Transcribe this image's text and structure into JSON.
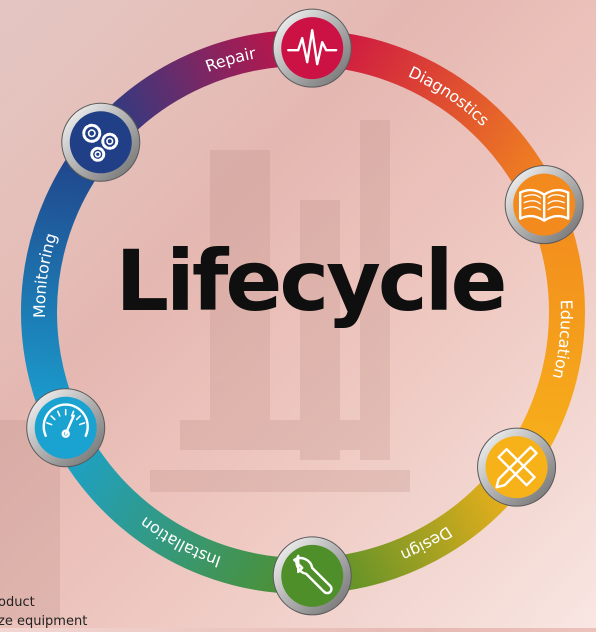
{
  "title": "Lifecycle",
  "segments": [
    {
      "label": "Diagnostics",
      "color": "#cc1144",
      "icon": "heartbeat-icon"
    },
    {
      "label": "Education",
      "color": "#f28a1e",
      "icon": "book-icon"
    },
    {
      "label": "Design",
      "color": "#f7b21a",
      "icon": "ruler-pencil-icon"
    },
    {
      "label": "Installation",
      "color": "#4f8f2a",
      "icon": "wrench-icon"
    },
    {
      "label": "Monitoring",
      "color": "#1aa2d1",
      "icon": "gauge-icon"
    },
    {
      "label": "Repair",
      "color": "#213f87",
      "icon": "gears-icon"
    }
  ],
  "corner_text": [
    "oduct",
    "ze equipment"
  ]
}
